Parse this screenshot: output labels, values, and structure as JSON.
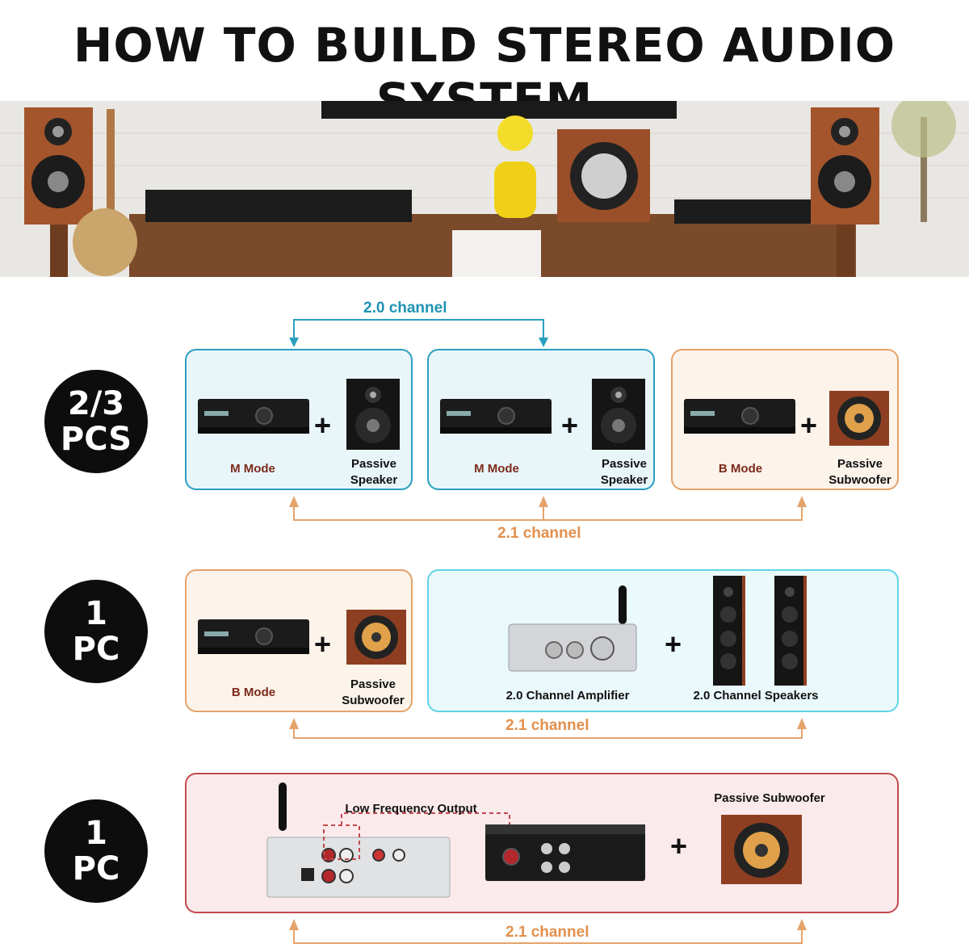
{
  "title": "HOW TO BUILD STEREO AUDIO SYSTEM",
  "rows": [
    {
      "badge": [
        "2/3",
        "PCS"
      ],
      "panels": [
        {
          "mode": "M Mode",
          "device": "Passive Speaker",
          "device_lines": [
            "Passive",
            "Speaker"
          ]
        },
        {
          "mode": "M Mode",
          "device": "Passive Speaker",
          "device_lines": [
            "Passive",
            "Speaker"
          ]
        },
        {
          "mode": "B Mode",
          "device": "Passive Subwoofer",
          "device_lines": [
            "Passive",
            "Subwoofer"
          ]
        }
      ],
      "top_channel": "2.0 channel",
      "bottom_channel": "2.1 channel"
    },
    {
      "badge": [
        "1",
        "PC"
      ],
      "panels": [
        {
          "mode": "B Mode",
          "device_lines": [
            "Passive",
            "Subwoofer"
          ]
        },
        {
          "amp": "2.0 Channel Amplifier",
          "speakers": "2.0 Channel Speakers"
        }
      ],
      "bottom_channel": "2.1 channel"
    },
    {
      "badge": [
        "1",
        "PC"
      ],
      "low_freq_label": "Low Frequency Output",
      "sub_label": "Passive Subwoofer",
      "bottom_channel": "2.1 channel"
    }
  ],
  "icons": [
    "amplifier-icon",
    "bookshelf-speaker-icon",
    "subwoofer-icon",
    "bluetooth-amplifier-icon",
    "tower-speaker-icon",
    "plus-icon",
    "arrow-icon"
  ],
  "colors": {
    "blue": "#2b9fbf",
    "orange": "#e4a36b",
    "cyan": "#5fd4e6",
    "red": "#c2494f",
    "badge": "#0d0d0d"
  }
}
